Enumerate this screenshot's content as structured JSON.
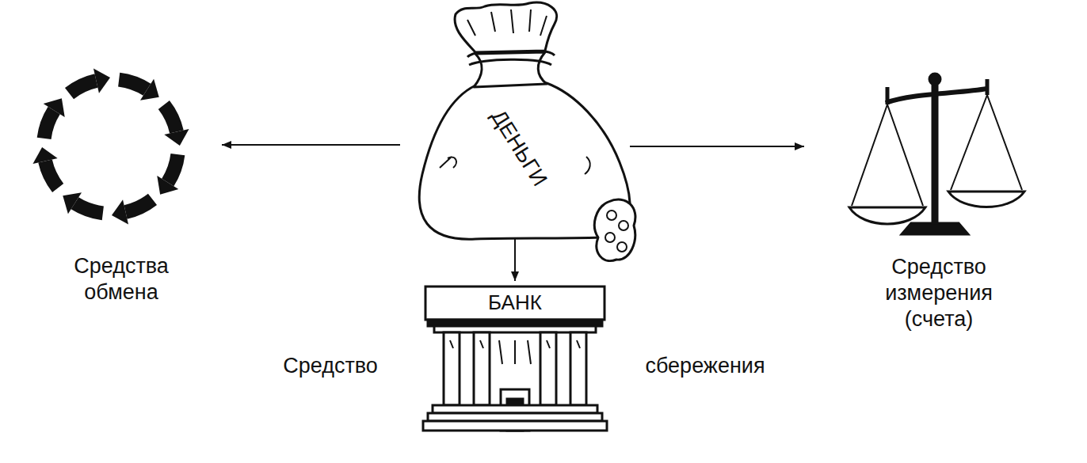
{
  "diagram": {
    "nodes": [
      {
        "text": [
          "ДЕНЬГИ"
        ]
      },
      {
        "text": [
          "Средства обмена"
        ]
      },
      {
        "text": [
          "Средство измерения (счета)"
        ]
      },
      {
        "text": [
          "БАНК",
          "Средство",
          "сбережения"
        ]
      }
    ],
    "edges": [
      {
        "from": 0,
        "to": 1,
        "arrow": "to"
      },
      {
        "from": 0,
        "to": 3,
        "arrow": "to"
      },
      {
        "from": 0,
        "to": 2,
        "arrow": "to"
      }
    ]
  }
}
